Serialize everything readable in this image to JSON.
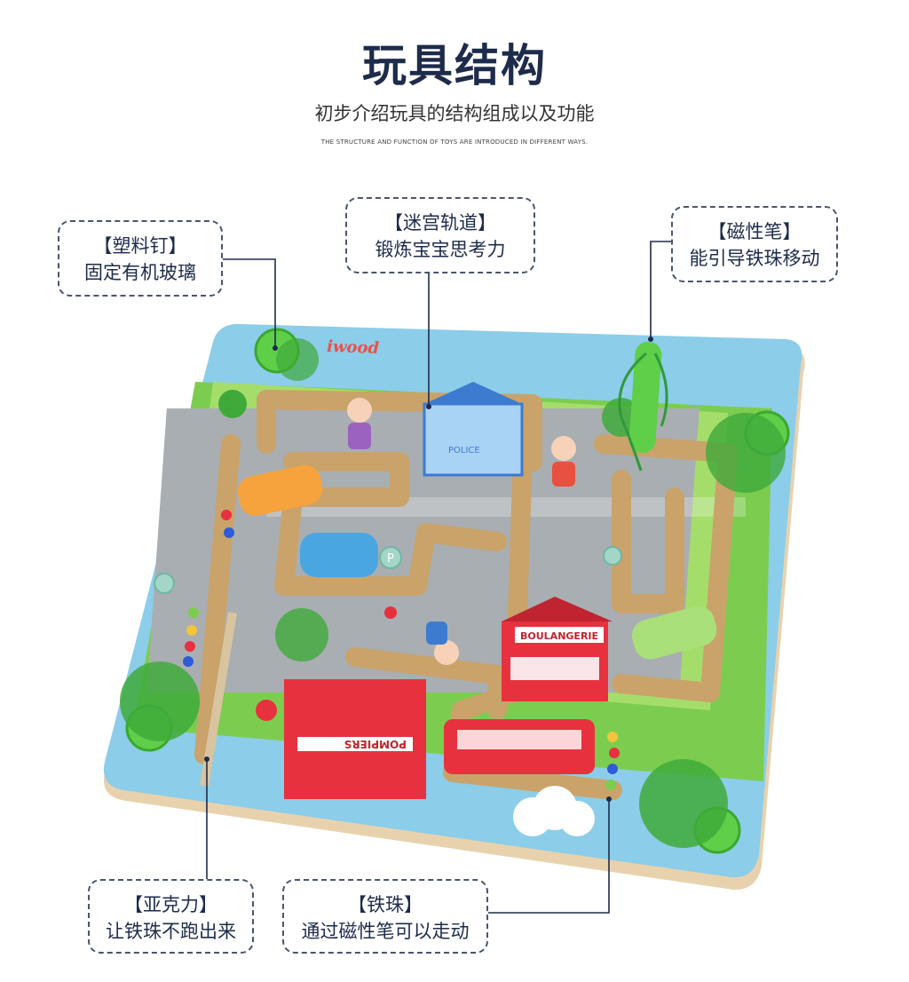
{
  "header": {
    "title": "玩具结构",
    "subtitle": "初步介绍玩具的结构组成以及功能",
    "english": "THE STRUCTURE AND FUNCTION OF TOYS ARE INTRODUCED IN DIFFERENT WAYS."
  },
  "callouts": {
    "plastic_nail": {
      "title": "【塑料钉】",
      "desc": "固定有机玻璃"
    },
    "maze_track": {
      "title": "【迷宫轨道】",
      "desc": "锻炼宝宝思考力"
    },
    "magnetic_pen": {
      "title": "【磁性笔】",
      "desc": "能引导铁珠移动"
    },
    "acrylic": {
      "title": "【亚克力】",
      "desc": "让铁珠不跑出来"
    },
    "iron_beads": {
      "title": "【铁珠】",
      "desc": "通过磁性笔可以走动"
    }
  },
  "toy_text": {
    "brand": "iwood",
    "bakery": "BOULANGERIE",
    "fire_station": "POMPIERS",
    "police": "POLICE",
    "parking": "P"
  },
  "colors": {
    "navy": "#1e2b4a",
    "sky": "#8ccde9",
    "grass": "#7ccd4f",
    "road": "#a9aeb2",
    "wood": "#c9a36a",
    "nail_green": "#5fcf4a"
  }
}
